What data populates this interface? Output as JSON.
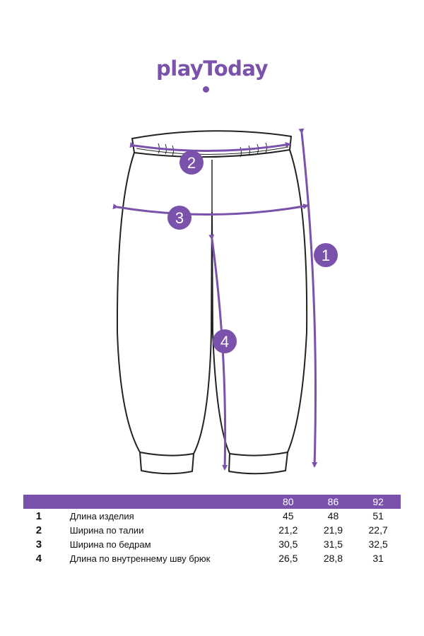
{
  "brand": {
    "logo_text": "playToday",
    "color": "#7b52ab"
  },
  "diagram": {
    "markers": [
      "1",
      "2",
      "3",
      "4"
    ],
    "line_color": "#222222",
    "accent_color": "#7b52ab"
  },
  "table": {
    "sizes": [
      "80",
      "86",
      "92"
    ],
    "rows": [
      {
        "num": "1",
        "name": "Длина изделия",
        "values": [
          "45",
          "48",
          "51"
        ]
      },
      {
        "num": "2",
        "name": "Ширина по талии",
        "values": [
          "21,2",
          "21,9",
          "22,7"
        ]
      },
      {
        "num": "3",
        "name": "Ширина по бедрам",
        "values": [
          "30,5",
          "31,5",
          "32,5"
        ]
      },
      {
        "num": "4",
        "name": "Длина по внутреннему шву брюк",
        "values": [
          "26,5",
          "28,8",
          "31"
        ]
      }
    ]
  }
}
